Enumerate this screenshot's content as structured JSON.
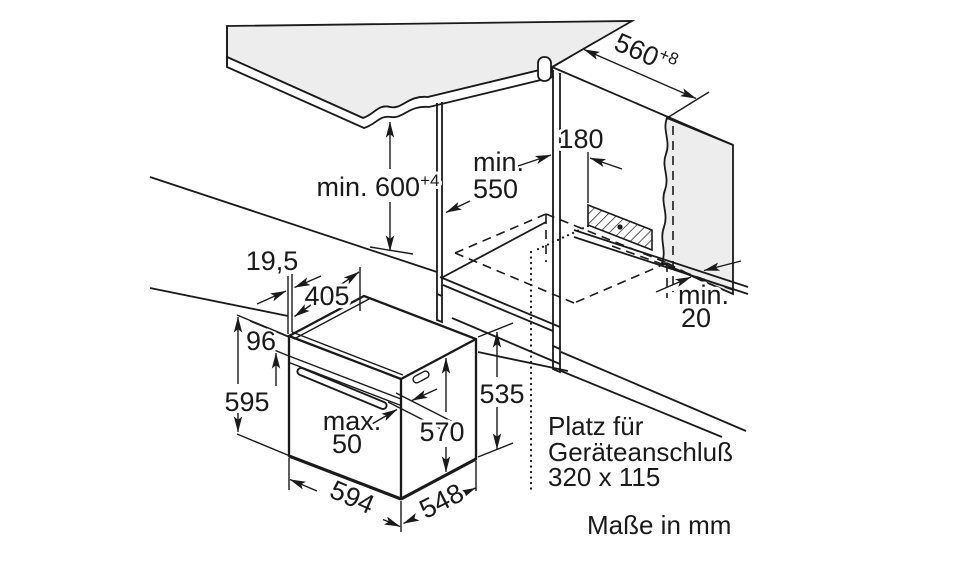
{
  "diagram": {
    "title": "oven-installation-niche-drawing",
    "units_note": "Maße in mm",
    "connection_note": {
      "line1": "Platz für",
      "line2": "Geräteanschluß",
      "line3": "320 x 115"
    },
    "dimensions": {
      "niche_width": {
        "value": "560",
        "tolerance": "+8"
      },
      "niche_height": {
        "value": "min. 600",
        "tolerance": "+4"
      },
      "niche_depth": {
        "line1": "min.",
        "line2": "550"
      },
      "connection_offset": "180",
      "rear_gap": {
        "line1": "min.",
        "line2": "20"
      },
      "frame_overhang": "19,5",
      "top_recess_depth": "405",
      "control_panel_height": "96",
      "front_height": "595",
      "handle_clearance": {
        "line1": "max.",
        "line2": "50"
      },
      "body_height": "570",
      "rear_height": "535",
      "width": "594",
      "depth": "548"
    },
    "colors": {
      "line": "#1a1a1a",
      "panel_fill": "#ededed",
      "background": "#ffffff"
    }
  }
}
